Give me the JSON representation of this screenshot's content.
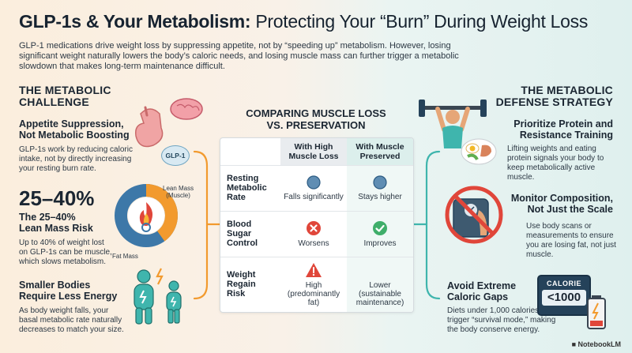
{
  "title": {
    "bold": "GLP-1s & Your Metabolism:",
    "light": "Protecting Your “Burn” During Weight Loss"
  },
  "intro": "GLP-1 medications drive weight loss by suppressing appetite, not by “speeding up” metabolism. However, losing significant weight naturally lowers the body’s caloric needs, and losing muscle mass can further trigger a metabolic slowdown that makes long-term maintenance difficult.",
  "left": {
    "heading_line1": "THE METABOLIC",
    "heading_line2": "CHALLENGE",
    "appetite": {
      "title_line1": "Appetite Suppression,",
      "title_line2": "Not Metabolic Boosting",
      "text": "GLP-1s work by reducing caloric intake, not by directly increasing your resting burn rate.",
      "badge": "GLP-1"
    },
    "lean": {
      "percent": "25–40%",
      "title_line1": "The 25–40%",
      "title_line2": "Lean Mass Risk",
      "text": "Up to 40% of weight lost on GLP-1s can be muscle, which slows metabolism.",
      "label_lean_line1": "Lean Mass",
      "label_lean_line2": "(Muscle)",
      "label_fat": "Fat Mass",
      "lean_fraction": 0.4
    },
    "bodies": {
      "title_line1": "Smaller Bodies",
      "title_line2": "Require Less Energy",
      "text": "As body weight falls, your basal metabolic rate naturally decreases to match your size."
    }
  },
  "table": {
    "title_line1": "COMPARING MUSCLE LOSS",
    "title_line2": "VS. PRESERVATION",
    "col1_line1": "With High",
    "col1_line2": "Muscle Loss",
    "col2_line1": "With Muscle",
    "col2_line2": "Preserved",
    "rows": [
      {
        "label_line1": "Resting",
        "label_line2": "Metabolic",
        "label_line3": "Rate",
        "c1": "Falls significantly",
        "c1_sub": "",
        "c2": "Stays higher",
        "c2_sub": ""
      },
      {
        "label_line1": "Blood",
        "label_line2": "Sugar",
        "label_line3": "Control",
        "c1": "Worsens",
        "c1_sub": "",
        "c2": "Improves",
        "c2_sub": ""
      },
      {
        "label_line1": "Weight",
        "label_line2": "Regain",
        "label_line3": "Risk",
        "c1": "High",
        "c1_sub": "(predominantly fat)",
        "c2": "Lower",
        "c2_sub": "(sustainable maintenance)"
      }
    ]
  },
  "right": {
    "heading_line1": "THE METABOLIC",
    "heading_line2": "DEFENSE STRATEGY",
    "protein": {
      "title_line1": "Prioritize Protein and",
      "title_line2": "Resistance Training",
      "text": "Lifting weights and eating protein signals your body to keep metabolically active muscle."
    },
    "composition": {
      "title_line1": "Monitor Composition,",
      "title_line2": "Not Just the Scale",
      "text": "Use body scans or measurements to ensure you are losing fat, not just muscle."
    },
    "gaps": {
      "title_line1": "Avoid Extreme",
      "title_line2": "Caloric Gaps",
      "text": "Diets under 1,000 calories can trigger “survival mode,” making the body conserve energy.",
      "sign_label": "CALORIE",
      "sign_value": "<1000"
    }
  },
  "footer": "NotebookLM",
  "colors": {
    "orange": "#f29a2e",
    "teal": "#3fb5ad",
    "red": "#e0463a",
    "green": "#3fae6a",
    "navy": "#25425a"
  }
}
